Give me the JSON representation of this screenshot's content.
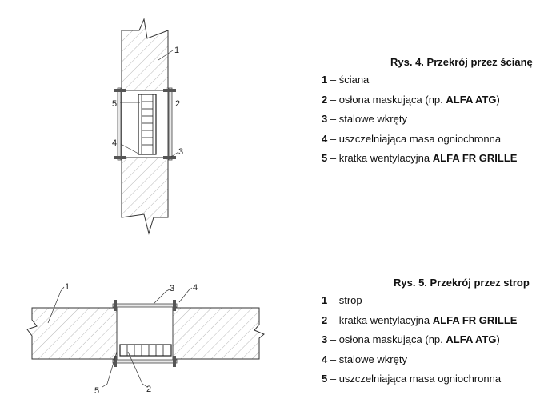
{
  "fig4": {
    "caption": "Rys. 4. Przekrój przez ścianę",
    "callouts": [
      "1",
      "5",
      "2",
      "4",
      "3"
    ],
    "items": [
      {
        "num": "1",
        "text": "– ściana",
        "brand": ""
      },
      {
        "num": "2",
        "text": "– osłona maskująca (np. ",
        "brand": "ALFA ATG",
        "after": ")"
      },
      {
        "num": "3",
        "text": "– stalowe wkręty",
        "brand": ""
      },
      {
        "num": "4",
        "text": "– uszczelniająca masa ogniochronna",
        "brand": ""
      },
      {
        "num": "5",
        "text": "– kratka wentylacyjna ",
        "brand": "ALFA FR GRILLE"
      }
    ]
  },
  "fig5": {
    "caption": "Rys. 5. Przekrój przez strop",
    "callouts": [
      "1",
      "3",
      "4",
      "5",
      "2"
    ],
    "items": [
      {
        "num": "1",
        "text": "– strop",
        "brand": ""
      },
      {
        "num": "2",
        "text": "– kratka wentylacyjna ",
        "brand": "ALFA FR GRILLE"
      },
      {
        "num": "3",
        "text": "– osłona maskująca (np. ",
        "brand": "ALFA ATG",
        "after": ")"
      },
      {
        "num": "4",
        "text": "– stalowe wkręty",
        "brand": ""
      },
      {
        "num": "5",
        "text": "– uszczelniająca masa ogniochronna",
        "brand": ""
      }
    ]
  }
}
